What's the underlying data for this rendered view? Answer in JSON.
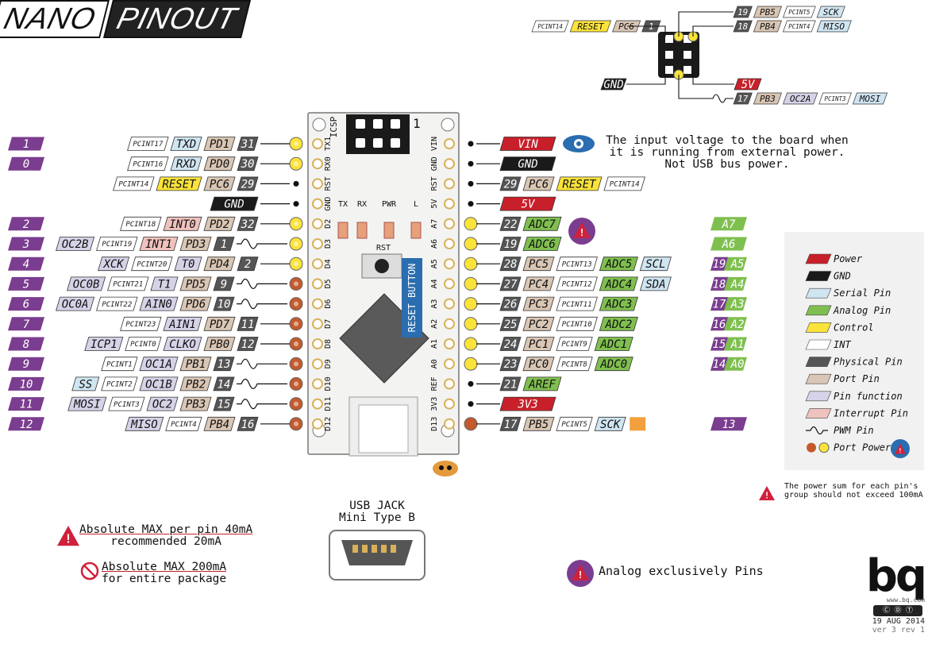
{
  "title": {
    "part1": "NANO",
    "part2": "PINOUT"
  },
  "colors": {
    "power": "#c8202a",
    "gnd": "#1a1a1a",
    "serial": "#cfe5f1",
    "analog": "#7fbf4f",
    "control": "#fbe33a",
    "int": "#ffffff",
    "physical": "#555555",
    "port": "#d9c6b4",
    "function": "#d6d3e8",
    "interrupt": "#f0c2bd",
    "arduino": "#7a3d8f",
    "board": "#f3f3f1"
  },
  "left_pins": [
    {
      "num": "1",
      "rows": [
        [
          "i",
          "PCINT17"
        ],
        [
          "s",
          "TXD"
        ],
        [
          "p",
          "PD1"
        ],
        [
          "n",
          "31"
        ]
      ],
      "pin": "TX1",
      "dot": "y"
    },
    {
      "num": "0",
      "rows": [
        [
          "i",
          "PCINT16"
        ],
        [
          "s",
          "RXD"
        ],
        [
          "p",
          "PD0"
        ],
        [
          "n",
          "30"
        ]
      ],
      "pin": "RX0",
      "dot": "y"
    },
    {
      "num": "",
      "rows": [
        [
          "i",
          "PCINT14"
        ],
        [
          "c",
          "RESET"
        ],
        [
          "p",
          "PC6"
        ],
        [
          "n",
          "29"
        ]
      ],
      "pin": "RST",
      "dot": "k"
    },
    {
      "num": "",
      "rows": [
        [
          "g",
          "GND"
        ]
      ],
      "pin": "GND",
      "dot": "k"
    },
    {
      "num": "2",
      "rows": [
        [
          "i",
          "PCINT18"
        ],
        [
          "r",
          "INT0"
        ],
        [
          "p",
          "PD2"
        ],
        [
          "n",
          "32"
        ]
      ],
      "pin": "D2",
      "dot": "y"
    },
    {
      "num": "3",
      "rows": [
        [
          "f",
          "OC2B"
        ],
        [
          "i",
          "PCINT19"
        ],
        [
          "r",
          "INT1"
        ],
        [
          "p",
          "PD3"
        ],
        [
          "n",
          "1"
        ]
      ],
      "pin": "D3",
      "dot": "y",
      "pwm": true
    },
    {
      "num": "4",
      "rows": [
        [
          "f",
          "XCK"
        ],
        [
          "i",
          "PCINT20"
        ],
        [
          "f",
          "T0"
        ],
        [
          "p",
          "PD4"
        ],
        [
          "n",
          "2"
        ]
      ],
      "pin": "D4",
      "dot": "y"
    },
    {
      "num": "5",
      "rows": [
        [
          "f",
          "OC0B"
        ],
        [
          "i",
          "PCINT21"
        ],
        [
          "f",
          "T1"
        ],
        [
          "p",
          "PD5"
        ],
        [
          "n",
          "9"
        ]
      ],
      "pin": "D5",
      "dot": "o",
      "pwm": true
    },
    {
      "num": "6",
      "rows": [
        [
          "f",
          "OC0A"
        ],
        [
          "i",
          "PCINT22"
        ],
        [
          "f",
          "AIN0"
        ],
        [
          "p",
          "PD6"
        ],
        [
          "n",
          "10"
        ]
      ],
      "pin": "D6",
      "dot": "o",
      "pwm": true
    },
    {
      "num": "7",
      "rows": [
        [
          "i",
          "PCINT23"
        ],
        [
          "f",
          "AIN1"
        ],
        [
          "p",
          "PD7"
        ],
        [
          "n",
          "11"
        ]
      ],
      "pin": "D7",
      "dot": "o"
    },
    {
      "num": "8",
      "rows": [
        [
          "f",
          "ICP1"
        ],
        [
          "i",
          "PCINT0"
        ],
        [
          "f",
          "CLKO"
        ],
        [
          "p",
          "PB0"
        ],
        [
          "n",
          "12"
        ]
      ],
      "pin": "D8",
      "dot": "o"
    },
    {
      "num": "9",
      "rows": [
        [
          "i",
          "PCINT1"
        ],
        [
          "f",
          "OC1A"
        ],
        [
          "p",
          "PB1"
        ],
        [
          "n",
          "13"
        ]
      ],
      "pin": "D9",
      "dot": "o",
      "pwm": true
    },
    {
      "num": "10",
      "rows": [
        [
          "s",
          "SS"
        ],
        [
          "i",
          "PCINT2"
        ],
        [
          "f",
          "OC1B"
        ],
        [
          "p",
          "PB2"
        ],
        [
          "n",
          "14"
        ]
      ],
      "pin": "D10",
      "dot": "o",
      "pwm": true
    },
    {
      "num": "11",
      "rows": [
        [
          "f",
          "MOSI"
        ],
        [
          "i",
          "PCINT3"
        ],
        [
          "f",
          "OC2"
        ],
        [
          "p",
          "PB3"
        ],
        [
          "n",
          "15"
        ]
      ],
      "pin": "D11",
      "dot": "o",
      "pwm": true
    },
    {
      "num": "12",
      "rows": [
        [
          "f",
          "MISO"
        ],
        [
          "i",
          "PCINT4"
        ],
        [
          "p",
          "PB4"
        ],
        [
          "n",
          "16"
        ]
      ],
      "pin": "D12",
      "dot": "o"
    }
  ],
  "right_pins": [
    {
      "rows": [
        [
          "v",
          "VIN"
        ]
      ],
      "pin": "VIN",
      "dot": "k"
    },
    {
      "rows": [
        [
          "g",
          "GND"
        ]
      ],
      "pin": "GND",
      "dot": "k"
    },
    {
      "rows": [
        [
          "n",
          "29"
        ],
        [
          "p",
          "PC6"
        ],
        [
          "c",
          "RESET"
        ],
        [
          "i",
          "PCINT14"
        ]
      ],
      "pin": "RST",
      "dot": "k"
    },
    {
      "rows": [
        [
          "v",
          "5V"
        ]
      ],
      "pin": "5V",
      "dot": "k"
    },
    {
      "rows": [
        [
          "n",
          "22"
        ],
        [
          "a",
          "ADC7"
        ]
      ],
      "pin": "A7",
      "dot": "y",
      "ard": "A7"
    },
    {
      "rows": [
        [
          "n",
          "19"
        ],
        [
          "a",
          "ADC6"
        ]
      ],
      "pin": "A6",
      "dot": "y",
      "ard": "A6"
    },
    {
      "rows": [
        [
          "n",
          "28"
        ],
        [
          "p",
          "PC5"
        ],
        [
          "i",
          "PCINT13"
        ],
        [
          "a",
          "ADC5"
        ],
        [
          "s",
          "SCL"
        ]
      ],
      "pin": "A5",
      "dot": "y",
      "ard": "A5",
      "ardn": "19"
    },
    {
      "rows": [
        [
          "n",
          "27"
        ],
        [
          "p",
          "PC4"
        ],
        [
          "i",
          "PCINT12"
        ],
        [
          "a",
          "ADC4"
        ],
        [
          "s",
          "SDA"
        ]
      ],
      "pin": "A4",
      "dot": "y",
      "ard": "A4",
      "ardn": "18"
    },
    {
      "rows": [
        [
          "n",
          "26"
        ],
        [
          "p",
          "PC3"
        ],
        [
          "i",
          "PCINT11"
        ],
        [
          "a",
          "ADC3"
        ]
      ],
      "pin": "A3",
      "dot": "y",
      "ard": "A3",
      "ardn": "17"
    },
    {
      "rows": [
        [
          "n",
          "25"
        ],
        [
          "p",
          "PC2"
        ],
        [
          "i",
          "PCINT10"
        ],
        [
          "a",
          "ADC2"
        ]
      ],
      "pin": "A2",
      "dot": "y",
      "ard": "A2",
      "ardn": "16"
    },
    {
      "rows": [
        [
          "n",
          "24"
        ],
        [
          "p",
          "PC1"
        ],
        [
          "i",
          "PCINT9"
        ],
        [
          "a",
          "ADC1"
        ]
      ],
      "pin": "A1",
      "dot": "y",
      "ard": "A1",
      "ardn": "15"
    },
    {
      "rows": [
        [
          "n",
          "23"
        ],
        [
          "p",
          "PC0"
        ],
        [
          "i",
          "PCINT8"
        ],
        [
          "a",
          "ADC0"
        ]
      ],
      "pin": "A0",
      "dot": "y",
      "ard": "A0",
      "ardn": "14"
    },
    {
      "rows": [
        [
          "n",
          "21"
        ],
        [
          "a",
          "AREF"
        ]
      ],
      "pin": "REF",
      "dot": "k"
    },
    {
      "rows": [
        [
          "v",
          "3V3"
        ]
      ],
      "pin": "3V3",
      "dot": "k"
    },
    {
      "rows": [
        [
          "n",
          "17"
        ],
        [
          "p",
          "PB5"
        ],
        [
          "i",
          "PCINT5"
        ],
        [
          "s",
          "SCK"
        ]
      ],
      "pin": "D13",
      "dot": "o",
      "ard": "13",
      "led": true
    }
  ],
  "icsp": {
    "top_left": [
      [
        "i",
        "PCINT14"
      ],
      [
        "c",
        "RESET"
      ],
      [
        "p",
        "PC6"
      ],
      [
        "n",
        "1"
      ]
    ],
    "top_right_1": [
      [
        "n",
        "19"
      ],
      [
        "p",
        "PB5"
      ],
      [
        "i",
        "PCINT5"
      ],
      [
        "s",
        "SCK"
      ]
    ],
    "top_right_2": [
      [
        "n",
        "18"
      ],
      [
        "p",
        "PB4"
      ],
      [
        "i",
        "PCINT4"
      ],
      [
        "s",
        "MISO"
      ]
    ],
    "gnd": "GND",
    "v5": "5V",
    "bottom_right": [
      [
        "n",
        "17"
      ],
      [
        "p",
        "PB3"
      ],
      [
        "f",
        "OC2A"
      ],
      [
        "i",
        "PCINT3"
      ],
      [
        "s",
        "MOSI"
      ]
    ]
  },
  "board": {
    "icsp": "ICSP",
    "icsp_one": "1",
    "leds": [
      "TX",
      "RX",
      "PWR",
      "L"
    ],
    "rst": "RST",
    "reset_button": "RESET BUTTON"
  },
  "vin_note": [
    "The input voltage to the board when",
    "it is running from external power.",
    "Not USB bus power."
  ],
  "legend": [
    {
      "key": "power",
      "label": "Power"
    },
    {
      "key": "gnd",
      "label": "GND"
    },
    {
      "key": "serial",
      "label": "Serial Pin"
    },
    {
      "key": "analog",
      "label": "Analog Pin"
    },
    {
      "key": "control",
      "label": "Control"
    },
    {
      "key": "int",
      "label": "INT"
    },
    {
      "key": "physical",
      "label": "Physical Pin"
    },
    {
      "key": "port",
      "label": "Port Pin"
    },
    {
      "key": "function",
      "label": "Pin function"
    },
    {
      "key": "interrupt",
      "label": "Interrupt Pin"
    },
    {
      "key": "pwm",
      "label": "PWM Pin"
    },
    {
      "key": "portpower",
      "label": "Port Power"
    }
  ],
  "power_note": [
    "The power sum for each pin's",
    "group should not exceed 100mA"
  ],
  "usb": [
    "USB JACK",
    "Mini Type B"
  ],
  "max_pin": [
    "Absolute MAX per pin 40mA",
    "recommended 20mA"
  ],
  "max_pkg": [
    "Absolute MAX 200mA",
    "for entire package"
  ],
  "analog_note": "Analog exclusively Pins",
  "brand": {
    "logo": "bq",
    "url": "www.bq.com",
    "date": "19 AUG 2014",
    "version": "ver 3 rev 1"
  }
}
